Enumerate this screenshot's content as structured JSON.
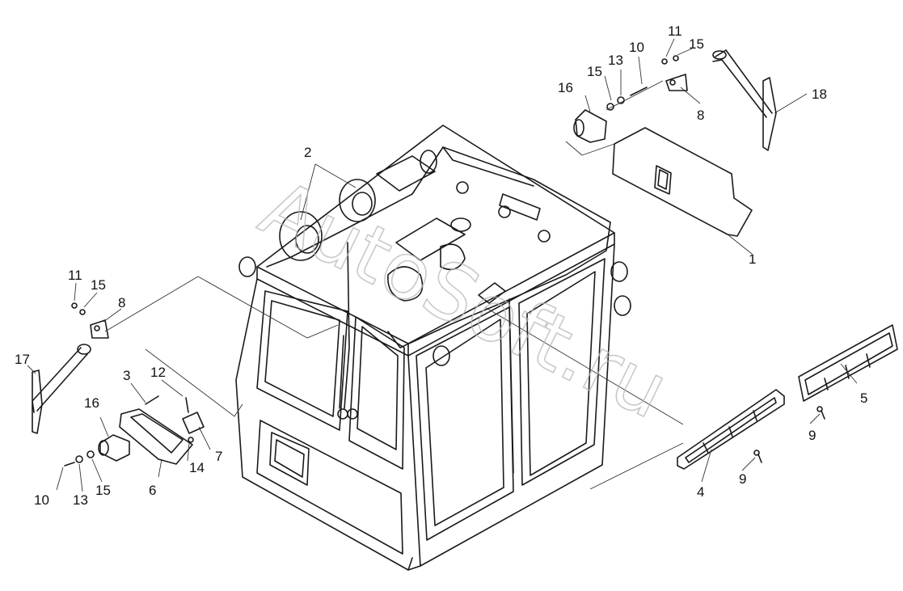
{
  "watermark": "AutoSoft.ru",
  "callouts": {
    "c1": "1",
    "c2": "2",
    "c3": "3",
    "c4": "4",
    "c5": "5",
    "c6": "6",
    "c7": "7",
    "c8a": "8",
    "c8b": "8",
    "c9a": "9",
    "c9b": "9",
    "c10a": "10",
    "c10b": "10",
    "c11a": "11",
    "c11b": "11",
    "c12": "12",
    "c13a": "13",
    "c13b": "13",
    "c14": "14",
    "c15a": "15",
    "c15b": "15",
    "c15c": "15",
    "c15d": "15",
    "c16a": "16",
    "c16b": "16",
    "c17": "17",
    "c18": "18"
  }
}
